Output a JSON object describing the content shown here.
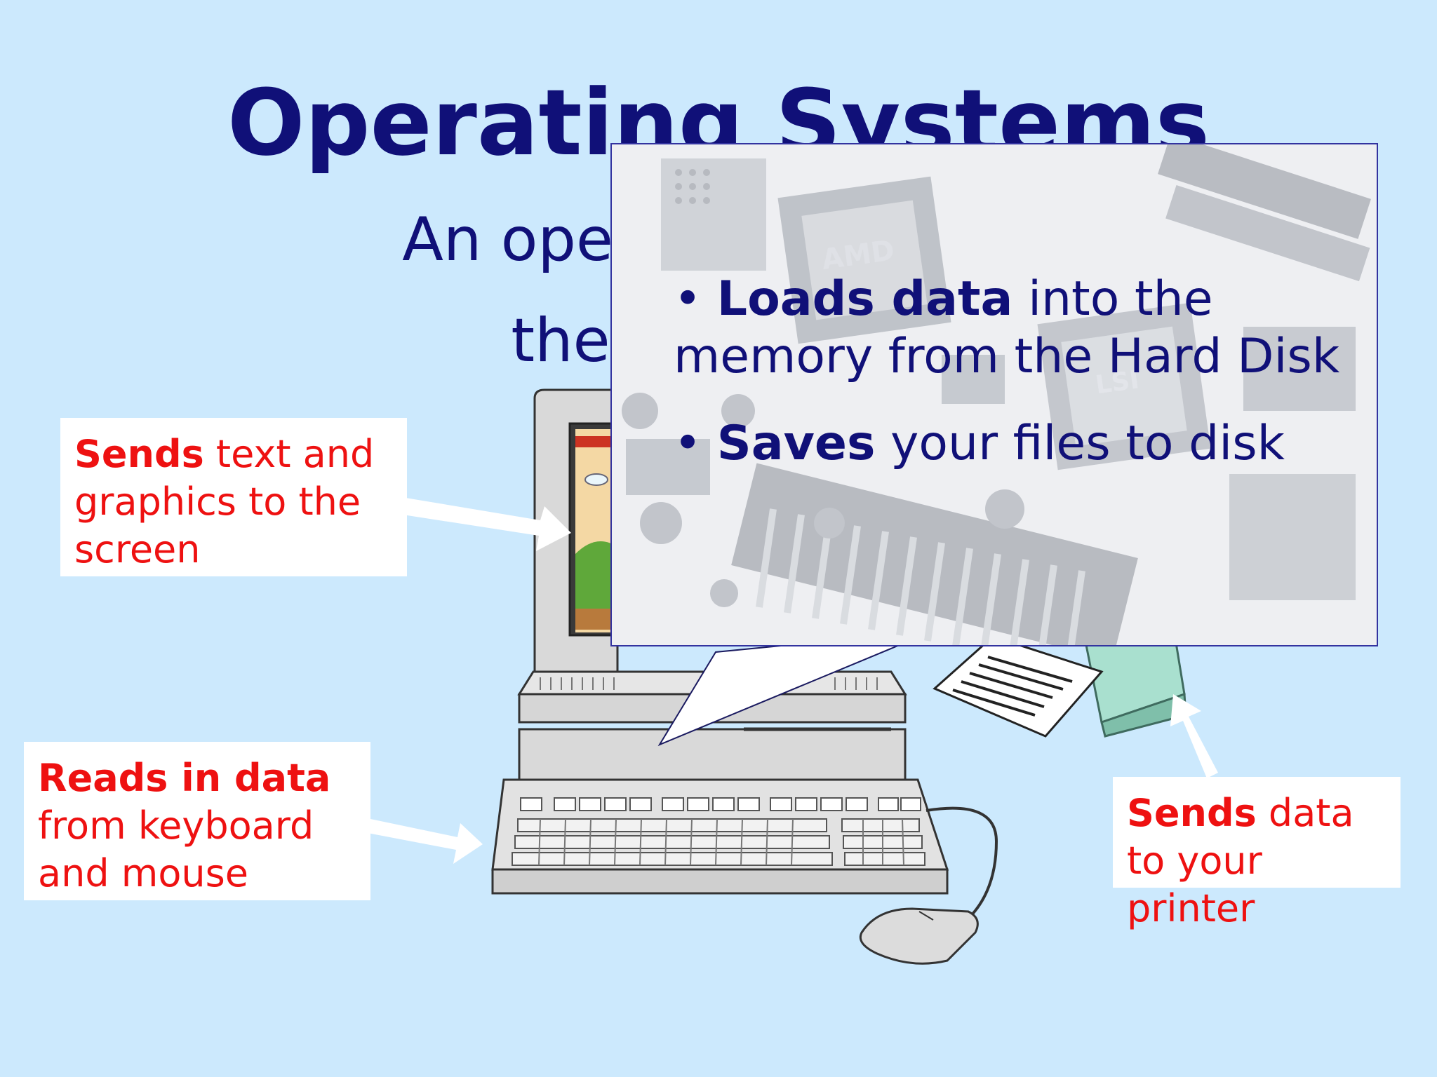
{
  "slide": {
    "title": "Operating Systems",
    "subtitle_line1": "An operating system",
    "subtitle_line2": "the computer"
  },
  "labels": {
    "screen": {
      "bold": "Sends",
      "rest": " text and graphics to the screen"
    },
    "keyboard": {
      "bold": "Reads in data",
      "rest": " from keyboard and mouse"
    },
    "printer": {
      "bold": "Sends",
      "rest": " data to your printer"
    }
  },
  "callout": {
    "bullet1_bold": "Loads data",
    "bullet1_rest": " into the memory from the Hard Disk",
    "bullet2_bold": "Saves",
    "bullet2_rest": " your files to disk",
    "chip_text_1": "AMD",
    "chip_text_2": "LSI"
  },
  "colors": {
    "background": "#cce9fd",
    "title": "#101078",
    "label_text": "#ee1111",
    "label_bg": "#ffffff"
  },
  "icons": [
    "computer-monitor-icon",
    "keyboard-icon",
    "mouse-icon",
    "printer-icon",
    "arrow-icon",
    "motherboard-image"
  ]
}
